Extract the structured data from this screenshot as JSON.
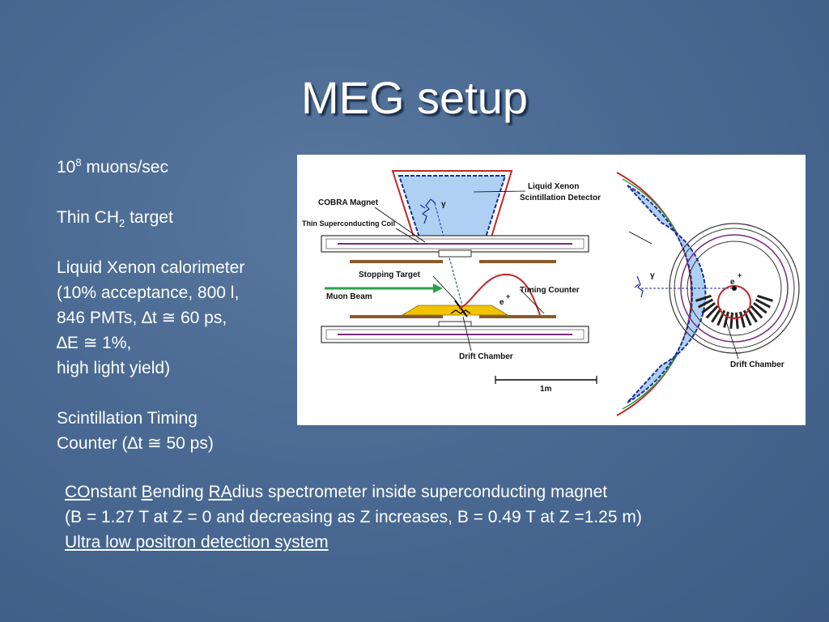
{
  "slide": {
    "title": "MEG setup",
    "left_lines": {
      "muons_base": "10",
      "muons_exp": "8",
      "muons_rest": " muons/sec",
      "target_pre": "Thin CH",
      "target_sub": "2",
      "target_rest": " target",
      "lxe1": "Liquid Xenon calorimeter",
      "lxe2": "(10% acceptance, 800 l,",
      "lxe3": "846 PMTs, ∆t ≅  60 ps,",
      "lxe4": "∆E ≅ 1%,",
      "lxe5": "high light yield)",
      "tc1": "Scintillation Timing",
      "tc2": "Counter (∆t ≅  50 ps)"
    },
    "bottom": {
      "co_u": "CO",
      "co_rest": "nstant ",
      "b_u": "B",
      "b_rest": "ending ",
      "ra_u": "RA",
      "ra_rest": "dius spectrometer inside superconducting magnet",
      "line2": "(B = 1.27 T at Z = 0 and decreasing as Z increases, B = 0.49 T at Z =1.25 m)",
      "line3": "Ultra low positron detection system"
    }
  },
  "figure": {
    "labels": {
      "cobra": "COBRA Magnet",
      "coil": "Thin Superconducting Coil",
      "lxe_1": "Liquid Xenon",
      "lxe_2": "Scintillation Detector",
      "stopping": "Stopping Target",
      "muon": "Muon Beam",
      "timing": "Timing Counter",
      "drift_side": "Drift Chamber",
      "drift_end": "Drift Chamber",
      "scale": "1m",
      "gamma1": "γ",
      "gamma2": "γ",
      "positron1": "e",
      "positron2": "e",
      "plus": "+"
    },
    "colors": {
      "xenon": "#aed0f2",
      "magnet_red": "#c0282a",
      "beam_green": "#2aa14a",
      "target_yellow": "#f2c400",
      "coil_purple": "#7a2c7a",
      "counter_brown": "#8a5a2a"
    }
  }
}
